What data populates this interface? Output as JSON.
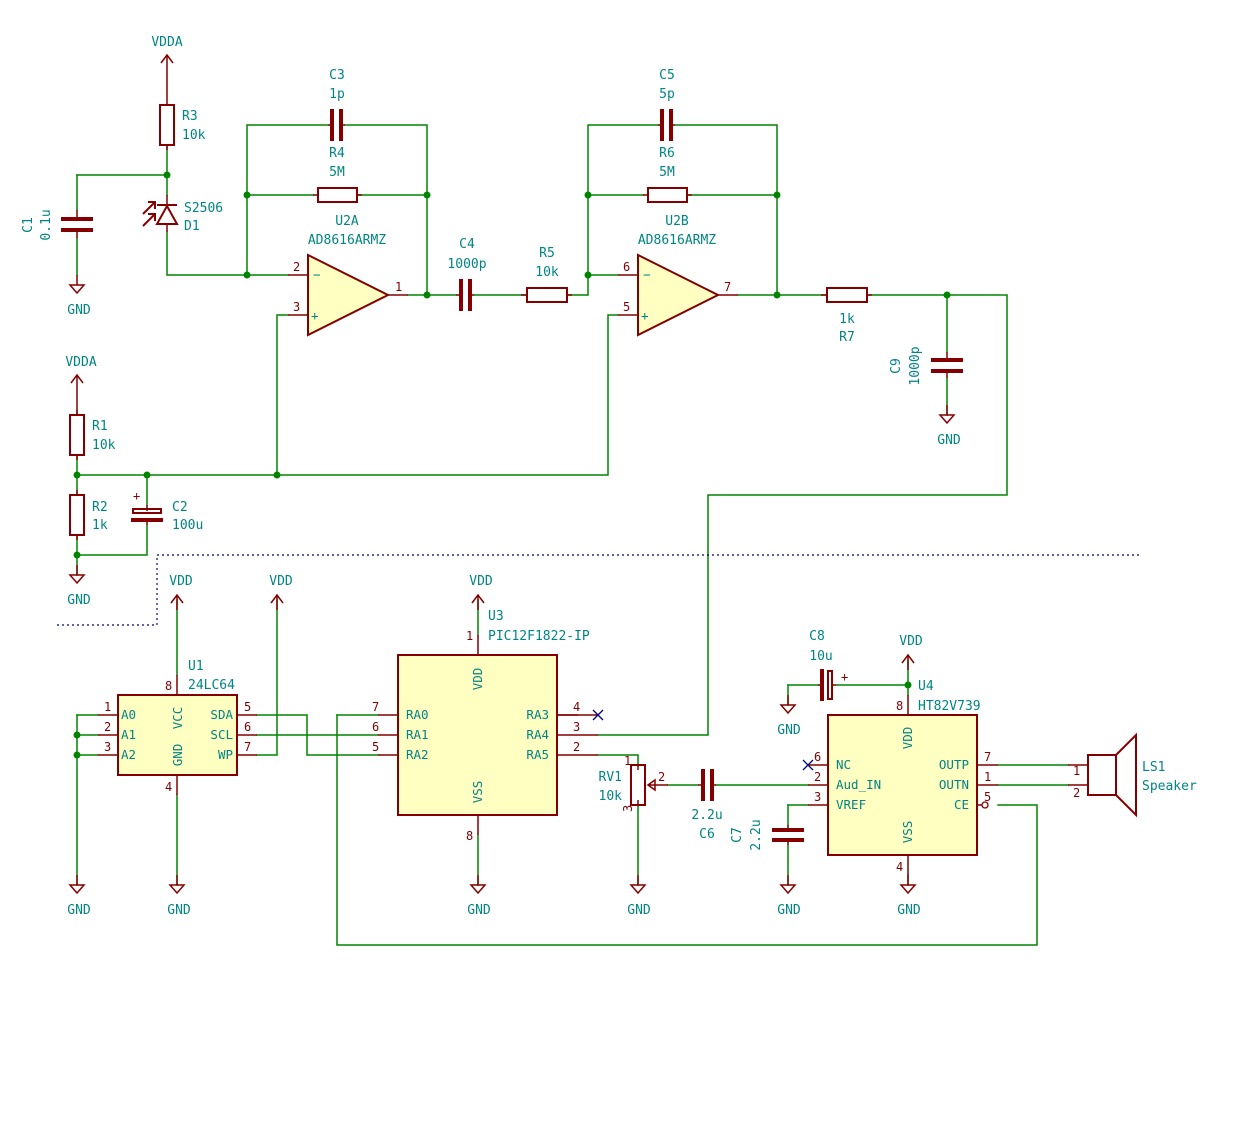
{
  "power": {
    "vdda_top": "VDDA",
    "vdda_mid": "VDDA",
    "vdd_u1a": "VDD",
    "vdd_u1b": "VDD",
    "vdd_u3": "VDD",
    "vdd_u4": "VDD",
    "gnd_c1": "GND",
    "gnd_c9": "GND",
    "gnd_r2": "GND",
    "gnd_a": "GND",
    "gnd_u1": "GND",
    "gnd_u3": "GND",
    "gnd_rv1": "GND",
    "gnd_c7": "GND",
    "gnd_u4": "GND",
    "gnd_c8": "GND"
  },
  "components": {
    "R3": {
      "ref": "R3",
      "value": "10k"
    },
    "C3": {
      "ref": "C3",
      "value": "1p"
    },
    "R4": {
      "ref": "R4",
      "value": "5M"
    },
    "C1": {
      "ref": "C1",
      "value": "0.1u"
    },
    "D1": {
      "ref": "D1",
      "value": "S2506"
    },
    "U2A": {
      "ref": "U2A",
      "value": "AD8616ARMZ"
    },
    "C4": {
      "ref": "C4",
      "value": "1000p"
    },
    "R5": {
      "ref": "R5",
      "value": "10k"
    },
    "C5": {
      "ref": "C5",
      "value": "5p"
    },
    "R6": {
      "ref": "R6",
      "value": "5M"
    },
    "U2B": {
      "ref": "U2B",
      "value": "AD8616ARMZ"
    },
    "R7": {
      "ref": "R7",
      "value": "1k"
    },
    "C9": {
      "ref": "C9",
      "value": "1000p"
    },
    "R1": {
      "ref": "R1",
      "value": "10k"
    },
    "R2": {
      "ref": "R2",
      "value": "1k"
    },
    "C2": {
      "ref": "C2",
      "value": "100u"
    },
    "U1": {
      "ref": "U1",
      "value": "24LC64"
    },
    "U3": {
      "ref": "U3",
      "value": "PIC12F1822-IP"
    },
    "RV1": {
      "ref": "RV1",
      "value": "10k"
    },
    "C6": {
      "ref": "C6",
      "value": "2.2u"
    },
    "C7": {
      "ref": "C7",
      "value": "2.2u"
    },
    "C8": {
      "ref": "C8",
      "value": "10u"
    },
    "U4": {
      "ref": "U4",
      "value": "HT82V739"
    },
    "LS1": {
      "ref": "LS1",
      "value": "Speaker"
    }
  },
  "pins": {
    "u2a": {
      "inv": "2",
      "noninv": "3",
      "out": "1",
      "minus": "−",
      "plus": "+"
    },
    "u2b": {
      "inv": "6",
      "noninv": "5",
      "out": "7",
      "minus": "−",
      "plus": "+"
    },
    "c2_plus": "+",
    "c8_plus": "+",
    "u1": {
      "p1": "1",
      "p2": "2",
      "p3": "3",
      "p4": "4",
      "p5": "5",
      "p6": "6",
      "p7": "7",
      "p8": "8",
      "A0": "A0",
      "A1": "A1",
      "A2": "A2",
      "VCC": "VCC",
      "GND": "GND",
      "SDA": "SDA",
      "SCL": "SCL",
      "WP": "WP"
    },
    "u3": {
      "p1": "1",
      "p2": "2",
      "p3": "3",
      "p4": "4",
      "p5": "5",
      "p6": "6",
      "p7": "7",
      "p8": "8",
      "VDD": "VDD",
      "VSS": "VSS",
      "RA0": "RA0",
      "RA1": "RA1",
      "RA2": "RA2",
      "RA3": "RA3",
      "RA4": "RA4",
      "RA5": "RA5"
    },
    "rv1": {
      "p1": "1",
      "p2": "2",
      "p3": "3"
    },
    "u4": {
      "p1": "1",
      "p2": "2",
      "p3": "3",
      "p4": "4",
      "p5": "5",
      "p6": "6",
      "p7": "7",
      "p8": "8",
      "NC": "NC",
      "Aud_IN": "Aud_IN",
      "VREF": "VREF",
      "VDD": "VDD",
      "VSS": "VSS",
      "OUTP": "OUTP",
      "OUTN": "OUTN",
      "CE": "CE"
    },
    "ls1": {
      "p1": "1",
      "p2": "2"
    }
  }
}
